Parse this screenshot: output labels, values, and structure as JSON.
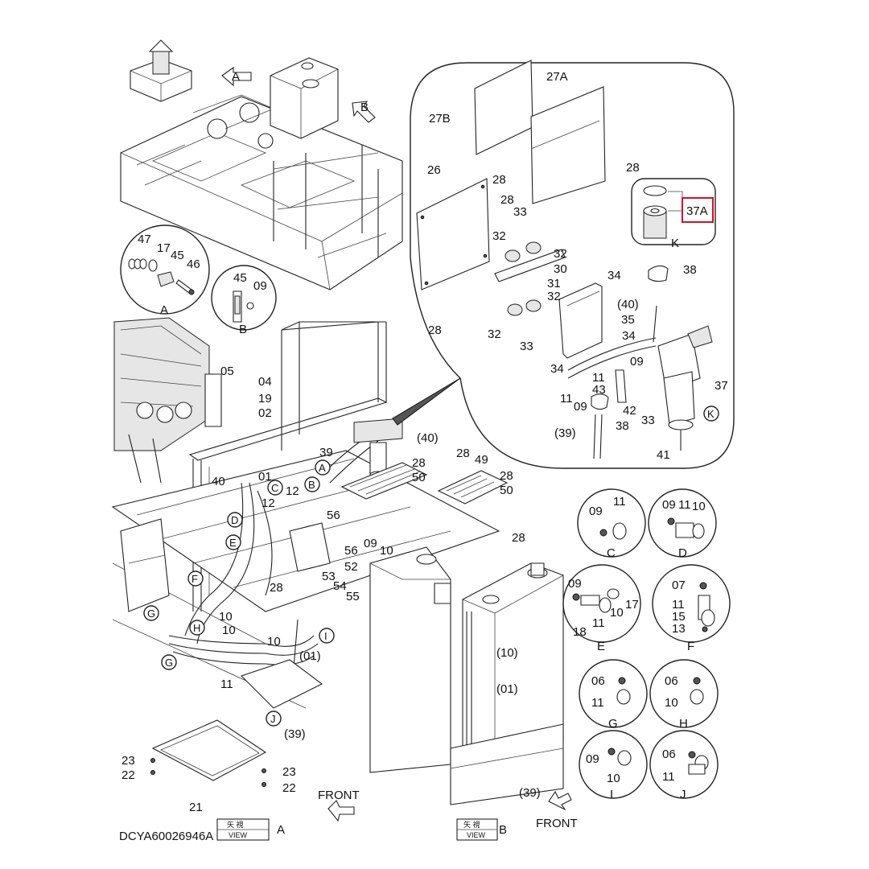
{
  "drawing": {
    "code": "DCYA60026946A",
    "front_labels": [
      "FRONT",
      "FRONT"
    ],
    "view_a": {
      "top": "矢 視",
      "bottom": "VIEW",
      "letter": "A"
    },
    "view_b": {
      "top": "矢 視",
      "bottom": "VIEW",
      "letter": "B"
    },
    "arrow_tags": {
      "a": "A",
      "b": "B"
    },
    "highlighted_part": "37A",
    "highlight_color": "#d0102b"
  },
  "detail_a": {
    "letter": "A",
    "labels": [
      "47",
      "17",
      "45",
      "46"
    ]
  },
  "detail_b": {
    "letter": "B",
    "labels": [
      "45",
      "09"
    ]
  },
  "detail_c": {
    "letter": "C",
    "labels": [
      "09",
      "11"
    ]
  },
  "detail_d": {
    "letter": "D",
    "labels": [
      "09",
      "11",
      "10"
    ]
  },
  "detail_e": {
    "letter": "E",
    "labels": [
      "09",
      "17",
      "18",
      "11",
      "10"
    ]
  },
  "detail_f": {
    "letter": "F",
    "labels": [
      "07",
      "11",
      "15",
      "13"
    ]
  },
  "detail_g": {
    "letter": "G",
    "labels": [
      "06",
      "11"
    ]
  },
  "detail_h": {
    "letter": "H",
    "labels": [
      "06",
      "10"
    ]
  },
  "detail_i": {
    "letter": "I",
    "labels": [
      "09",
      "10"
    ]
  },
  "detail_j": {
    "letter": "J",
    "labels": [
      "06",
      "11"
    ]
  },
  "detail_k": {
    "letter": "K",
    "label": "37A"
  },
  "inset_labels": [
    "27B",
    "27A",
    "26",
    "28",
    "28",
    "28",
    "28",
    "33",
    "32",
    "32",
    "30",
    "31",
    "34",
    "38",
    "32",
    "(40)",
    "35",
    "32",
    "33",
    "34",
    "09",
    "34",
    "11",
    "11",
    "09",
    "43",
    "42",
    "38",
    "33",
    "37",
    "(39)",
    "41"
  ],
  "main_labels": [
    "05",
    "04",
    "19",
    "02",
    "39",
    "(40)",
    "40",
    "01",
    "12",
    "12",
    "28",
    "49",
    "28",
    "50",
    "50",
    "28",
    "56",
    "56",
    "28",
    "52",
    "09",
    "10",
    "53",
    "54",
    "55",
    "28",
    "10",
    "10",
    "10",
    "(01)",
    "11",
    "(39)",
    "(10)",
    "(01)",
    "(39)",
    "23",
    "22",
    "23",
    "22",
    "21"
  ],
  "callouts": [
    "A",
    "B",
    "C",
    "D",
    "E",
    "F",
    "G",
    "H",
    "G",
    "I",
    "J",
    "K"
  ]
}
